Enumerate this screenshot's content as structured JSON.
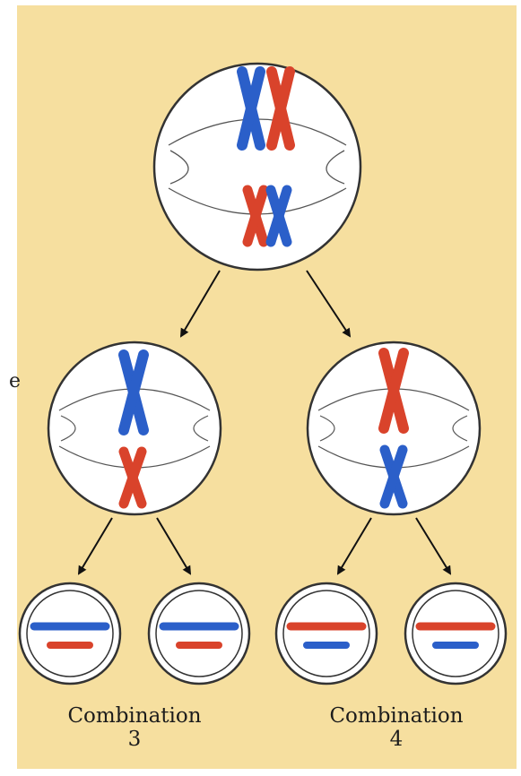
{
  "edge_text": "e",
  "colors": {
    "background": "#f6df9f",
    "maternal_chromosome": "#d9432b",
    "paternal_chromosome": "#2b5fc9",
    "cell_fill": "#ffffff",
    "outline": "#333333"
  },
  "labels": {
    "left": {
      "word": "Combination",
      "number": "3"
    },
    "right": {
      "word": "Combination",
      "number": "4"
    }
  },
  "icons": [
    "arrow-icon",
    "chromosome-icon",
    "cell-icon",
    "spindle-icon"
  ]
}
